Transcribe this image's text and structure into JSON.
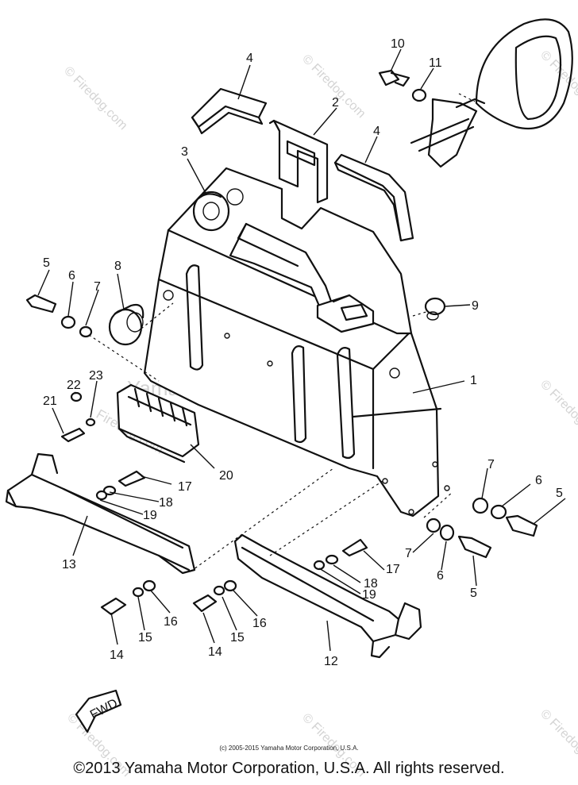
{
  "callouts": [
    "1",
    "2",
    "3",
    "4",
    "4",
    "5",
    "5",
    "5",
    "6",
    "6",
    "6",
    "7",
    "7",
    "7",
    "8",
    "9",
    "10",
    "11",
    "12",
    "13",
    "14",
    "14",
    "15",
    "15",
    "16",
    "16",
    "17",
    "17",
    "18",
    "18",
    "19",
    "19",
    "20",
    "21",
    "22",
    "23"
  ],
  "fwd_label": "FWD",
  "watermarks": {
    "center": "Yamaha Motor Corp., U.S.A.",
    "firedog": "© Firedog.com",
    "firedog_short": "Firedog.com"
  },
  "small_copyright": "(c) 2005-2015 Yamaha Motor Corporation, U.S.A.",
  "copyright": "©2013 Yamaha Motor Corporation, U.S.A. All rights reserved."
}
